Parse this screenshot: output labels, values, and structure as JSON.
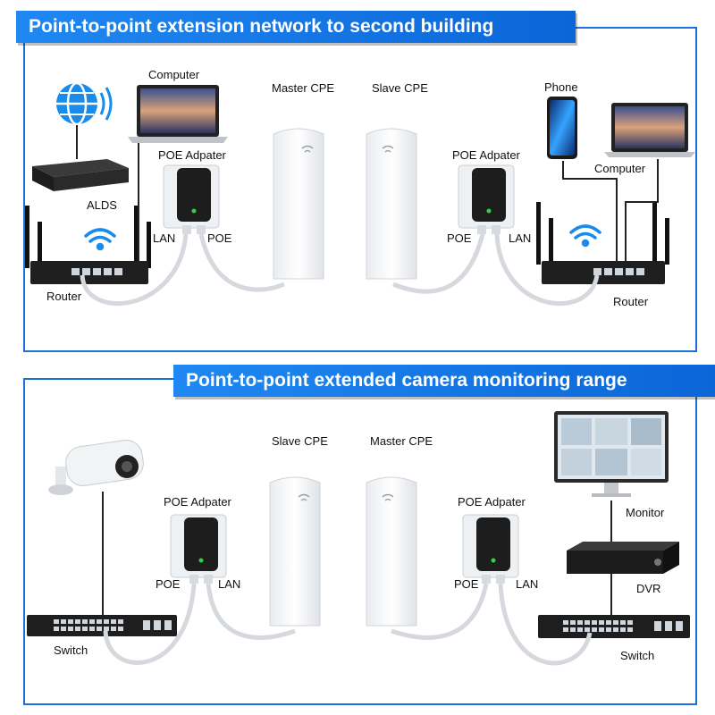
{
  "top": {
    "title": "Point-to-point extension network to second building",
    "labels": {
      "computer_left": "Computer",
      "alds": "ALDS",
      "router_left": "Router",
      "poe_adapter_left": "POE Adpater",
      "lan_left": "LAN",
      "poe_left": "POE",
      "master_cpe": "Master CPE",
      "slave_cpe": "Slave CPE",
      "poe_adapter_right": "POE Adpater",
      "poe_right": "POE",
      "lan_right": "LAN",
      "phone": "Phone",
      "computer_right": "Computer",
      "router_right": "Router"
    }
  },
  "bottom": {
    "title": "Point-to-point extended camera monitoring range",
    "labels": {
      "slave_cpe": "Slave CPE",
      "master_cpe": "Master CPE",
      "poe_adapter_left": "POE Adpater",
      "poe_left": "POE",
      "lan_left": "LAN",
      "switch_left": "Switch",
      "poe_adapter_right": "POE Adpater",
      "poe_right": "POE",
      "lan_right": "LAN",
      "monitor": "Monitor",
      "dvr": "DVR",
      "switch_right": "Switch"
    }
  },
  "colors": {
    "accent": "#1e6fd9",
    "wifi": "#1a8be8"
  }
}
